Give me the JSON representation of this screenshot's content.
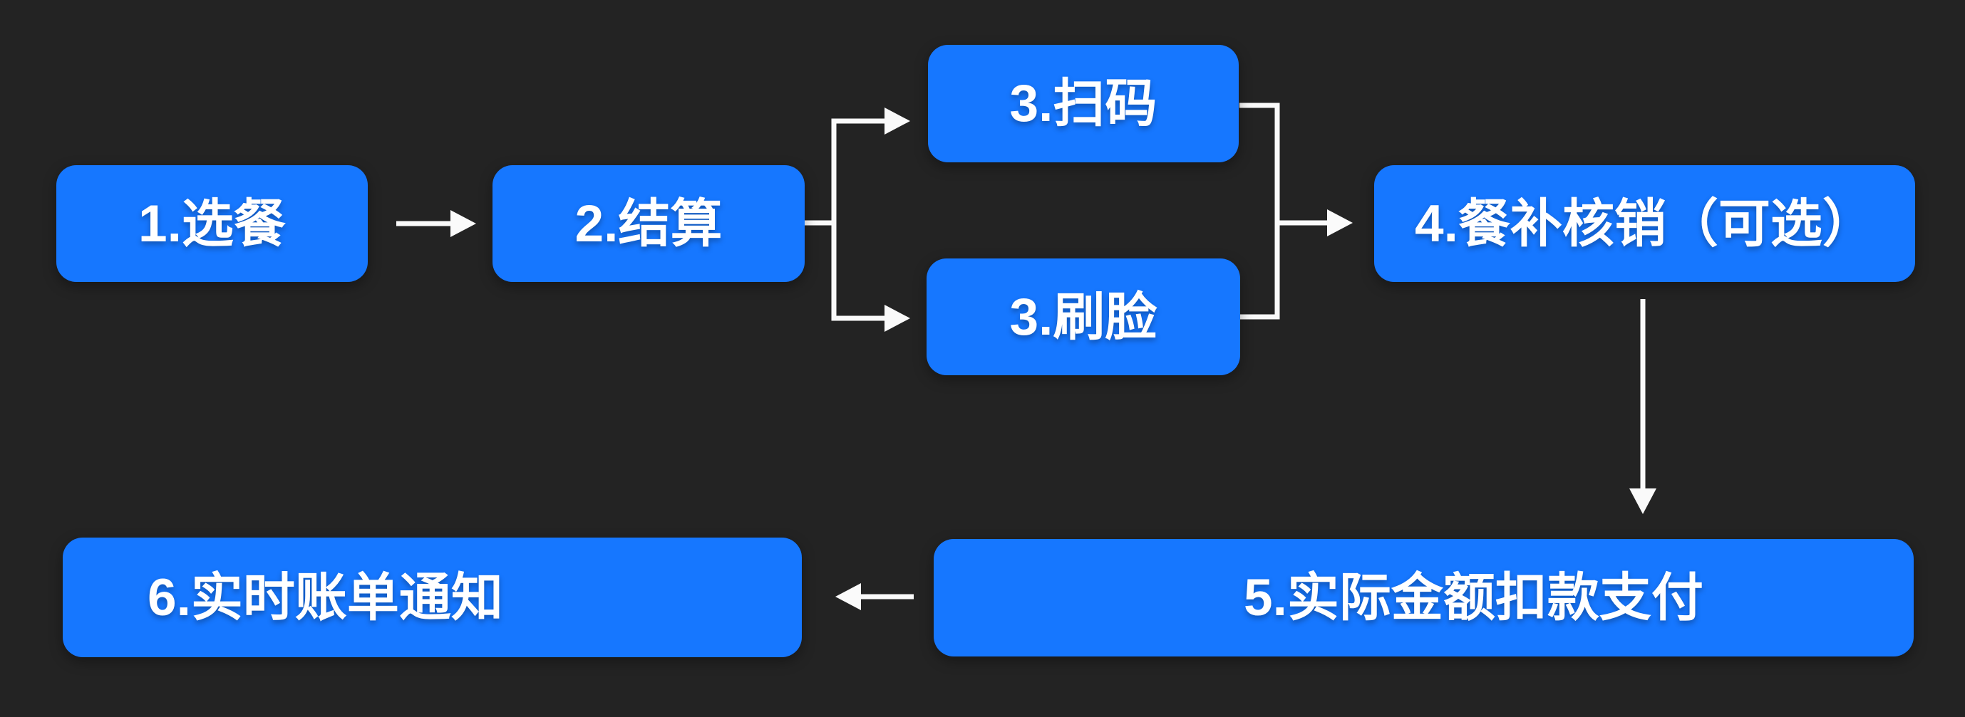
{
  "diagram": {
    "type": "flowchart",
    "direction": "left-to-right",
    "nodes": [
      {
        "id": "1",
        "label": "1.选餐"
      },
      {
        "id": "2",
        "label": "2.结算"
      },
      {
        "id": "3a",
        "label": "3.扫码"
      },
      {
        "id": "3b",
        "label": "3.刷脸"
      },
      {
        "id": "4",
        "label": "4.餐补核销（可选）"
      },
      {
        "id": "5",
        "label": "5.实际金额扣款支付"
      },
      {
        "id": "6",
        "label": "6.实时账单通知"
      }
    ],
    "edges": [
      {
        "from": "1",
        "to": "2"
      },
      {
        "from": "2",
        "to": "3a"
      },
      {
        "from": "2",
        "to": "3b"
      },
      {
        "from": "3a",
        "to": "4"
      },
      {
        "from": "3b",
        "to": "4"
      },
      {
        "from": "4",
        "to": "5"
      },
      {
        "from": "5",
        "to": "6"
      }
    ],
    "colors": {
      "background": "#232323",
      "node_fill": "#1677ff",
      "node_text": "#ffffff",
      "connector": "#fafafa"
    }
  }
}
